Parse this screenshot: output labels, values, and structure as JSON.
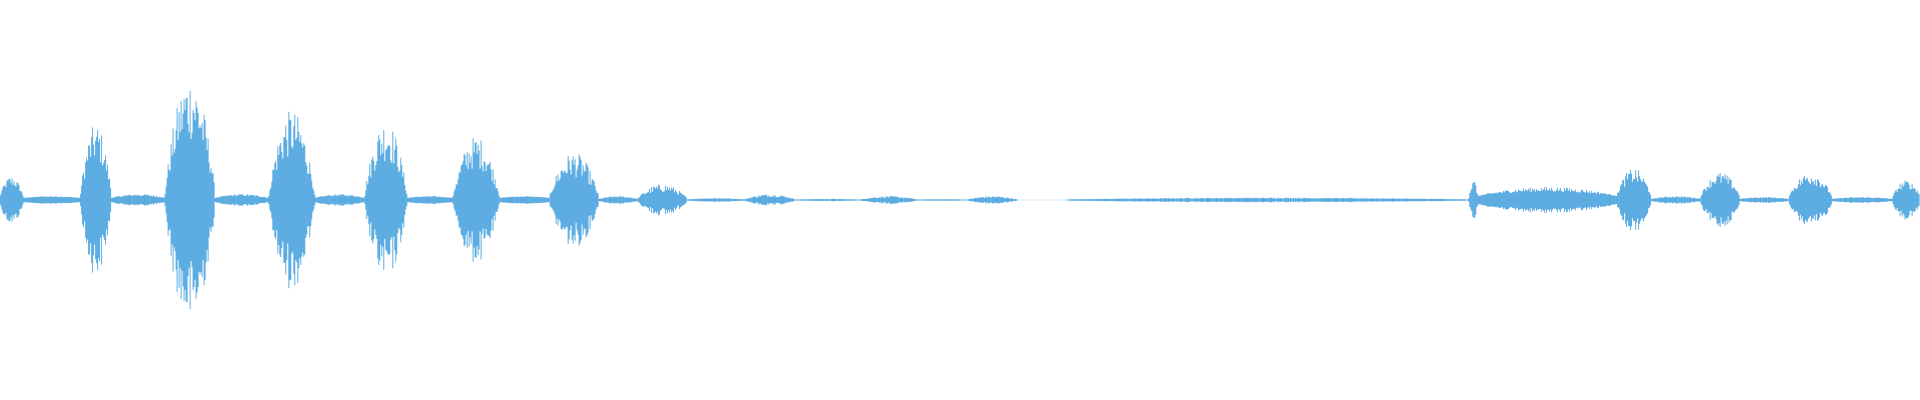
{
  "waveform": {
    "color": "#5dade2",
    "background": "#ffffff",
    "duration_fraction_visible": 1.0,
    "segments": [
      {
        "start": 0.0,
        "end": 0.012,
        "peak": 0.12,
        "noise": 0.02
      },
      {
        "start": 0.012,
        "end": 0.042,
        "peak": 0.02,
        "noise": 0.01
      },
      {
        "start": 0.042,
        "end": 0.058,
        "peak": 0.38,
        "noise": 0.03
      },
      {
        "start": 0.058,
        "end": 0.086,
        "peak": 0.03,
        "noise": 0.01
      },
      {
        "start": 0.086,
        "end": 0.112,
        "peak": 0.62,
        "noise": 0.03
      },
      {
        "start": 0.112,
        "end": 0.14,
        "peak": 0.03,
        "noise": 0.01
      },
      {
        "start": 0.14,
        "end": 0.164,
        "peak": 0.45,
        "noise": 0.02
      },
      {
        "start": 0.164,
        "end": 0.19,
        "peak": 0.03,
        "noise": 0.01
      },
      {
        "start": 0.19,
        "end": 0.212,
        "peak": 0.4,
        "noise": 0.02
      },
      {
        "start": 0.212,
        "end": 0.236,
        "peak": 0.02,
        "noise": 0.01
      },
      {
        "start": 0.236,
        "end": 0.26,
        "peak": 0.32,
        "noise": 0.02
      },
      {
        "start": 0.26,
        "end": 0.286,
        "peak": 0.02,
        "noise": 0.01
      },
      {
        "start": 0.286,
        "end": 0.312,
        "peak": 0.24,
        "noise": 0.01
      },
      {
        "start": 0.312,
        "end": 0.332,
        "peak": 0.02,
        "noise": 0.005
      },
      {
        "start": 0.332,
        "end": 0.358,
        "peak": 0.08,
        "noise": 0.005
      },
      {
        "start": 0.358,
        "end": 0.388,
        "peak": 0.01,
        "noise": 0.003
      },
      {
        "start": 0.388,
        "end": 0.414,
        "peak": 0.03,
        "noise": 0.003
      },
      {
        "start": 0.414,
        "end": 0.448,
        "peak": 0.006,
        "noise": 0.002
      },
      {
        "start": 0.448,
        "end": 0.478,
        "peak": 0.02,
        "noise": 0.002
      },
      {
        "start": 0.478,
        "end": 0.504,
        "peak": 0.004,
        "noise": 0.002
      },
      {
        "start": 0.504,
        "end": 0.53,
        "peak": 0.02,
        "noise": 0.002
      },
      {
        "start": 0.53,
        "end": 0.556,
        "peak": 0.0,
        "noise": 0.0
      },
      {
        "start": 0.556,
        "end": 0.765,
        "peak": 0.012,
        "noise": 0.003
      },
      {
        "start": 0.765,
        "end": 0.77,
        "peak": 0.1,
        "noise": 0.01
      },
      {
        "start": 0.77,
        "end": 0.842,
        "peak": 0.065,
        "noise": 0.02
      },
      {
        "start": 0.842,
        "end": 0.86,
        "peak": 0.16,
        "noise": 0.02
      },
      {
        "start": 0.86,
        "end": 0.886,
        "peak": 0.02,
        "noise": 0.005
      },
      {
        "start": 0.886,
        "end": 0.906,
        "peak": 0.14,
        "noise": 0.02
      },
      {
        "start": 0.906,
        "end": 0.932,
        "peak": 0.015,
        "noise": 0.005
      },
      {
        "start": 0.932,
        "end": 0.954,
        "peak": 0.14,
        "noise": 0.02
      },
      {
        "start": 0.954,
        "end": 0.986,
        "peak": 0.015,
        "noise": 0.005
      },
      {
        "start": 0.986,
        "end": 1.0,
        "peak": 0.1,
        "noise": 0.02
      }
    ]
  }
}
